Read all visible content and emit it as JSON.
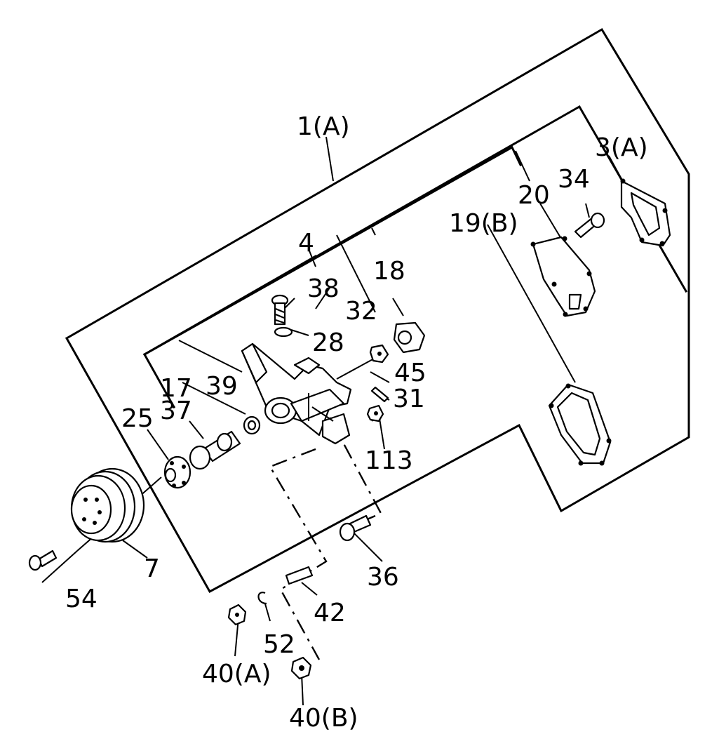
{
  "callouts": [
    {
      "id": "1A",
      "text": "1(A)"
    },
    {
      "id": "3A",
      "text": "3(A)"
    },
    {
      "id": "4",
      "text": "4"
    },
    {
      "id": "7",
      "text": "7"
    },
    {
      "id": "17",
      "text": "17"
    },
    {
      "id": "18",
      "text": "18"
    },
    {
      "id": "19B",
      "text": "19(B)"
    },
    {
      "id": "20",
      "text": "20"
    },
    {
      "id": "25",
      "text": "25"
    },
    {
      "id": "28",
      "text": "28"
    },
    {
      "id": "31",
      "text": "31"
    },
    {
      "id": "32",
      "text": "32"
    },
    {
      "id": "34",
      "text": "34"
    },
    {
      "id": "36",
      "text": "36"
    },
    {
      "id": "37",
      "text": "37"
    },
    {
      "id": "38",
      "text": "38"
    },
    {
      "id": "39",
      "text": "39"
    },
    {
      "id": "40A",
      "text": "40(A)"
    },
    {
      "id": "40B",
      "text": "40(B)"
    },
    {
      "id": "42",
      "text": "42"
    },
    {
      "id": "45",
      "text": "45"
    },
    {
      "id": "52",
      "text": "52"
    },
    {
      "id": "54",
      "text": "54"
    },
    {
      "id": "113",
      "text": "113"
    }
  ]
}
